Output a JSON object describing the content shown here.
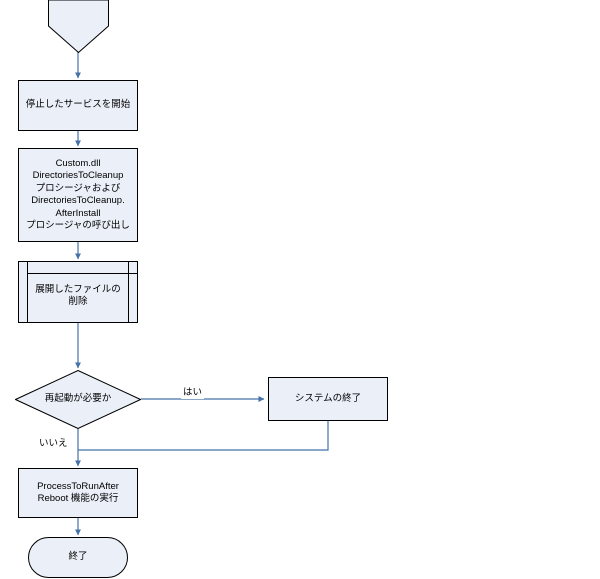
{
  "diagram": {
    "title": "",
    "colors": {
      "shape_fill": "#eaeff8",
      "shape_stroke": "#000000",
      "connector": "#4472a8",
      "text": "#000000",
      "background": "#ffffff"
    },
    "nodes": [
      {
        "id": "offpage-start",
        "type": "off-page-connector",
        "label": ""
      },
      {
        "id": "start-stopped-services",
        "type": "process",
        "label": "停止したサービスを開始"
      },
      {
        "id": "custom-dll-procedures",
        "type": "process",
        "label": "Custom.dll\nDirectoriesToCleanup\nプロシージャおよび\nDirectoriesToCleanup.\nAfterInstall\nプロシージャの呼び出し"
      },
      {
        "id": "delete-extracted-files",
        "type": "predefined-process",
        "label": "展開したファイルの\n削除"
      },
      {
        "id": "reboot-required",
        "type": "decision",
        "label": "再起動が必要か"
      },
      {
        "id": "system-shutdown",
        "type": "process",
        "label": "システムの終了"
      },
      {
        "id": "process-to-run-after-reboot",
        "type": "process",
        "label": "ProcessToRunAfter\nReboot 機能の実行"
      },
      {
        "id": "end",
        "type": "terminator",
        "label": "終了"
      }
    ],
    "edge_labels": {
      "yes": "はい",
      "no": "いいえ"
    }
  }
}
